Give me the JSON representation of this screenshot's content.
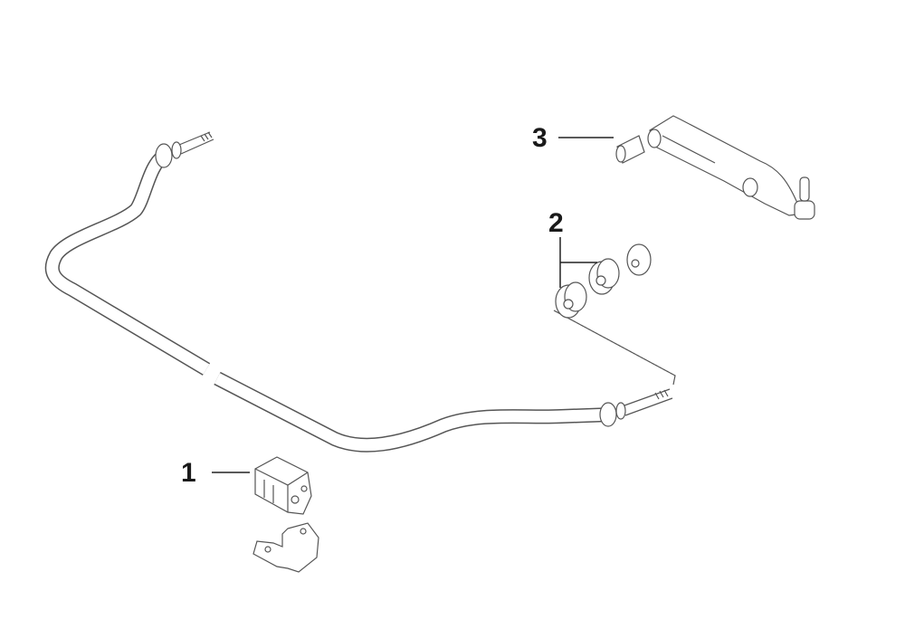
{
  "diagram": {
    "callouts": [
      {
        "number": "1",
        "part": "stabilizer-bar-bushing-and-bracket"
      },
      {
        "number": "2",
        "part": "link-bushings"
      },
      {
        "number": "3",
        "part": "stabilizer-link"
      }
    ],
    "colors": {
      "line": "#555555",
      "label": "#1a1a1a",
      "background": "#ffffff"
    }
  }
}
